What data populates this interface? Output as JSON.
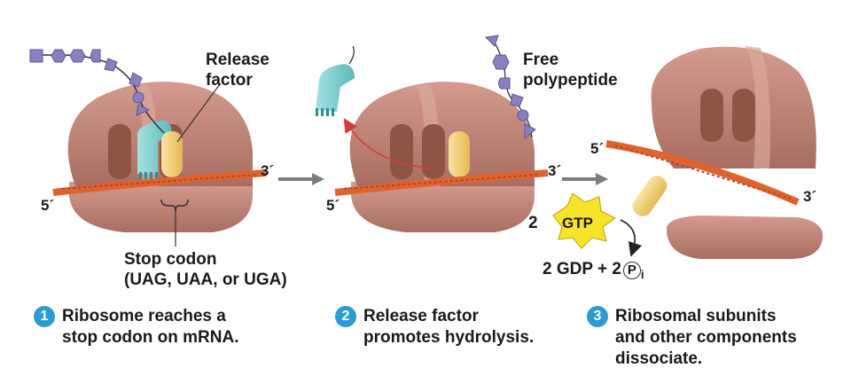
{
  "labels": {
    "release_factor": "Release\nfactor",
    "free_polypeptide": "Free\npolypeptide",
    "stop_codon": "Stop codon\n(UAG, UAA, or UGA)",
    "gtp_coef": "2",
    "gtp": "GTP",
    "products_prefix": "2 GDP + 2",
    "p": "P",
    "p_sub": "i"
  },
  "ends": {
    "five_prime": "5´",
    "three_prime": "3´"
  },
  "steps": [
    {
      "number": "1",
      "text": "Ribosome reaches a\nstop codon on mRNA."
    },
    {
      "number": "2",
      "text": "Release factor\npromotes hydrolysis."
    },
    {
      "number": "3",
      "text": "Ribosomal subunits\nand other components\ndissociate."
    }
  ],
  "colors": {
    "ribosome": "#c2877a",
    "ribosome_dark": "#9c6457",
    "mrna": "#e0622e",
    "release_factor": "#7fcfd0",
    "trna_yellow": "#f3d27a",
    "polypeptide": "#8a7fc0",
    "arrow_gray": "#7d7d7d",
    "gtp_burst": "#f7e32a",
    "step_badge": "#2b9cd3"
  }
}
